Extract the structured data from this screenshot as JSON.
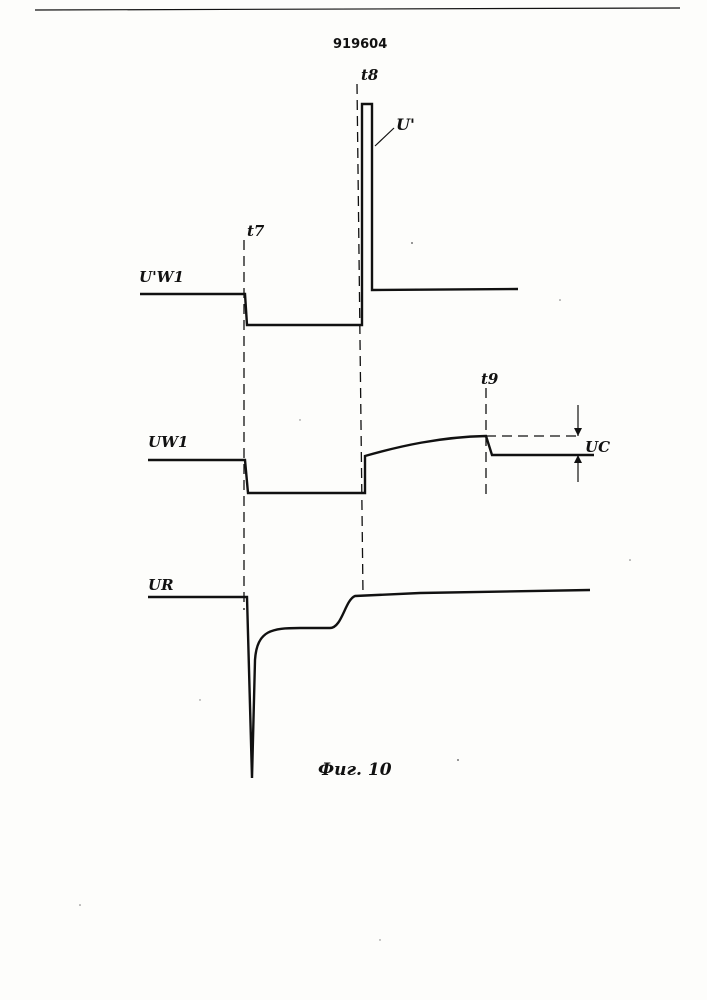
{
  "document": {
    "patent_number": "919604",
    "figure_caption": "Фиг. 10"
  },
  "labels": {
    "signal_uw1_prime": "U'W1",
    "signal_uw1": "UW1",
    "signal_ur": "UR",
    "pulse_u_prime": "U'",
    "time_t7": "t7",
    "time_t8": "t8",
    "time_t9": "t9",
    "voltage_uc": "UC"
  },
  "colors": {
    "ink": "#111111",
    "paper": "#fdfdfb"
  }
}
